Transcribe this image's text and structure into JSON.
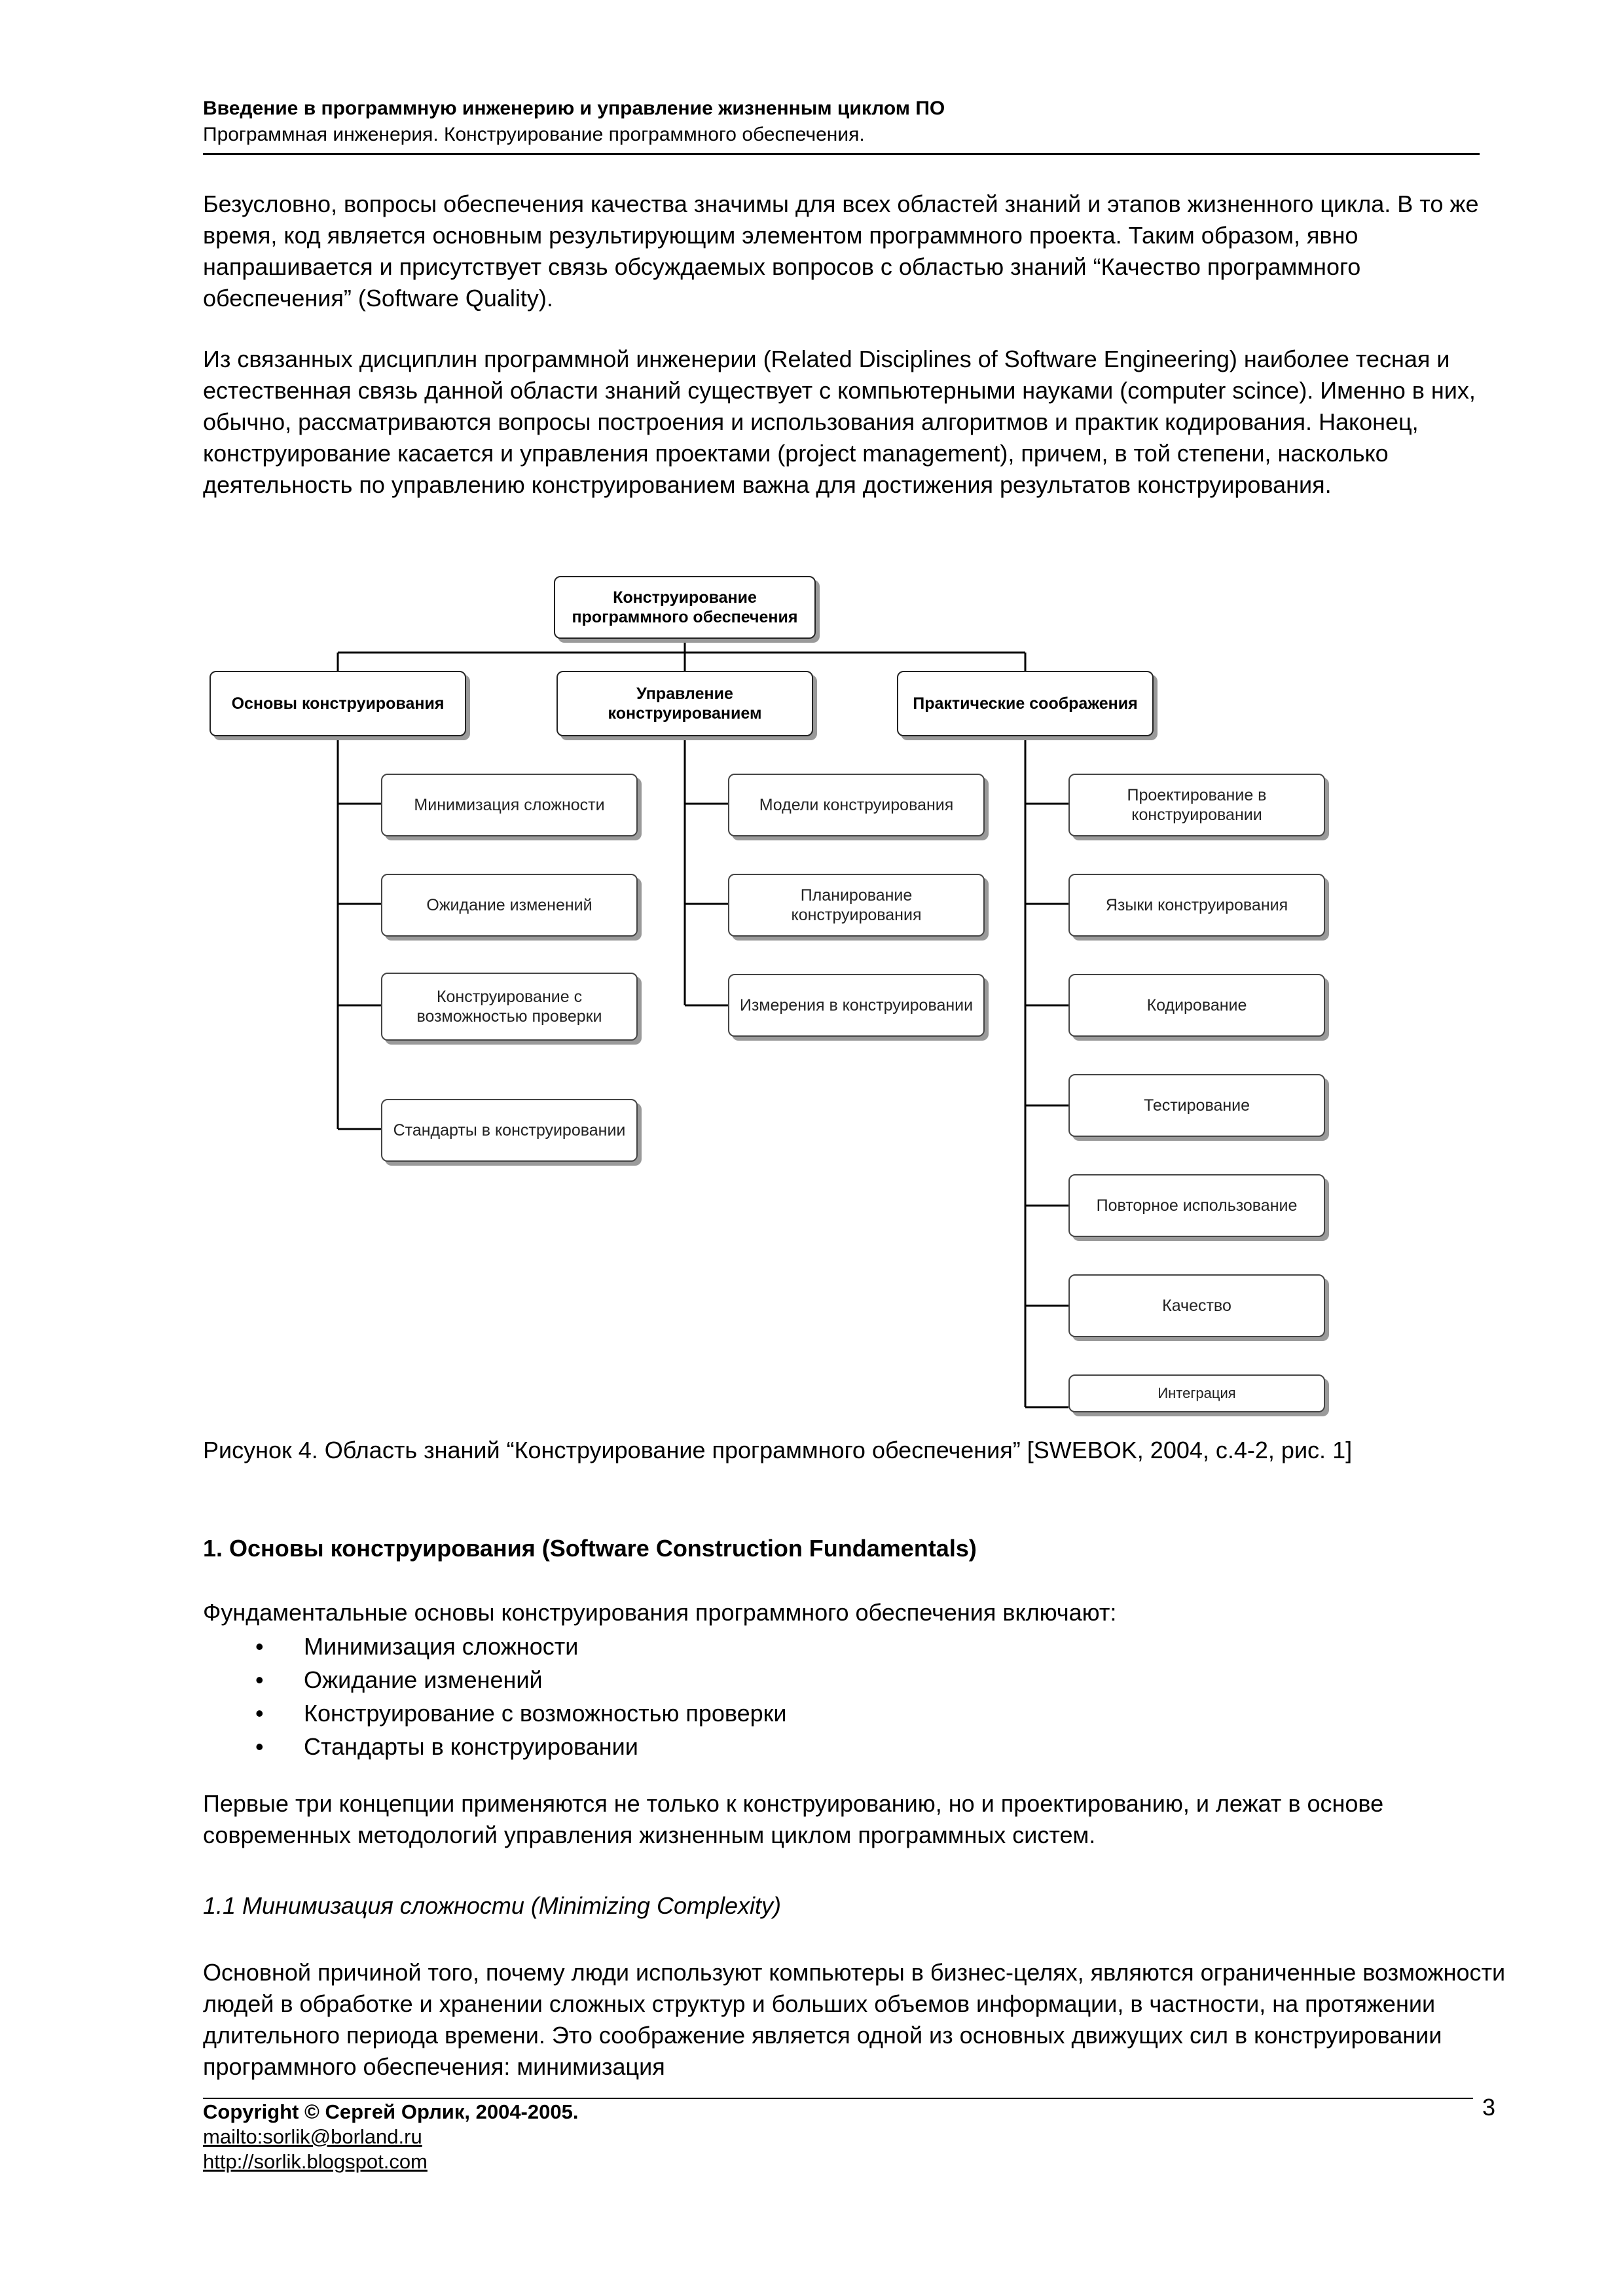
{
  "header": {
    "title": "Введение в программную инженерию и управление жизненным циклом ПО",
    "subtitle": "Программная инженерия. Конструирование программного обеспечения."
  },
  "paragraphs": {
    "p1": "Безусловно, вопросы обеспечения качества значимы для всех областей знаний и этапов жизненного цикла. В то же время, код является основным результирующим элементом программного проекта. Таким образом, явно напрашивается и присутствует связь обсуждаемых вопросов с областью знаний “Качество программного обеспечения” (Software Quality).",
    "p2": "Из связанных дисциплин программной инженерии (Related Disciplines of Software Engineering) наиболее тесная и естественная связь данной области знаний существует с компьютерными науками (computer scince). Именно в них, обычно, рассматриваются вопросы построения и использования алгоритмов и практик кодирования. Наконец, конструирование касается и управления проектами (project management), причем, в той степени, насколько деятельность по управлению конструированием важна для достижения результатов конструирования.",
    "p3": "Фундаментальные основы конструирования программного обеспечения включают:",
    "p4": "Первые три концепции применяются не только к конструированию, но и проектированию, и лежат в основе современных методологий управления жизненным циклом программных систем.",
    "p5": "Основной причиной того, почему люди используют компьютеры в бизнес-целях, являются ограниченные возможности людей в обработке и хранении сложных структур и больших объемов информации, в частности, на протяжении длительного периода времени. Это соображение является одной из основных движущих сил в конструировании программного обеспечения: минимизация"
  },
  "diagram": {
    "root": "Конструирование программного обеспечения",
    "branches": [
      {
        "label": "Основы конструирования",
        "children": [
          "Минимизация сложности",
          "Ожидание изменений",
          "Конструирование с возможностью проверки",
          "Стандарты в конструировании"
        ]
      },
      {
        "label": "Управление конструированием",
        "children": [
          "Модели конструирования",
          "Планирование конструирования",
          "Измерения в конструировании"
        ]
      },
      {
        "label": "Практические соображения",
        "children": [
          "Проектирование в конструировании",
          "Языки конструирования",
          "Кодирование",
          "Тестирование",
          "Повторное использование",
          "Качество",
          "Интеграция"
        ]
      }
    ]
  },
  "caption": "Рисунок 4. Область знаний “Конструирование программного обеспечения” [SWEBOK, 2004, с.4-2, рис. 1]",
  "heading1": "1. Основы конструирования (Software Construction Fundamentals)",
  "bullet_marker": "•",
  "bullets": [
    "Минимизация сложности",
    "Ожидание изменений",
    "Конструирование с возможностью проверки",
    "Стандарты в конструировании"
  ],
  "heading2": "1.1 Минимизация сложности (Minimizing Complexity)",
  "footer": {
    "copyright": "Copyright © Сергей Орлик, 2004-2005.",
    "email": "mailto:sorlik@borland.ru",
    "url": "http://sorlik.blogspot.com",
    "page_number": "3"
  }
}
